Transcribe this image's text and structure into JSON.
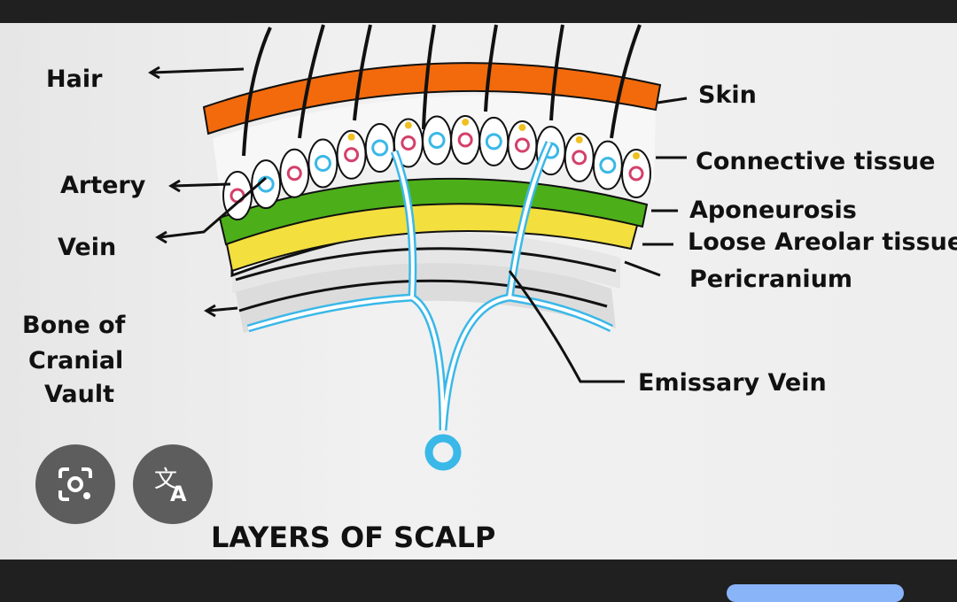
{
  "diagram": {
    "title": "LAYERS OF SCALP",
    "labels": {
      "hair": "Hair",
      "artery": "Artery",
      "vein": "Vein",
      "bone": [
        "Bone of",
        "Cranial",
        "Vault"
      ],
      "skin": "Skin",
      "connective_tissue": "Connective tissue",
      "aponeurosis": "Aponeurosis",
      "loose_areolar": "Loose Areolar tissue",
      "pericranium": "Pericranium",
      "emissary_vein": "Emissary Vein"
    },
    "colors": {
      "skin": "#f26a0c",
      "aponeurosis": "#4caf1a",
      "areolar": "#f2e04a",
      "vein": "#3ab8e8",
      "artery": "#d4406a"
    }
  },
  "actions": {
    "lens": "google-lens",
    "translate": "translate"
  }
}
